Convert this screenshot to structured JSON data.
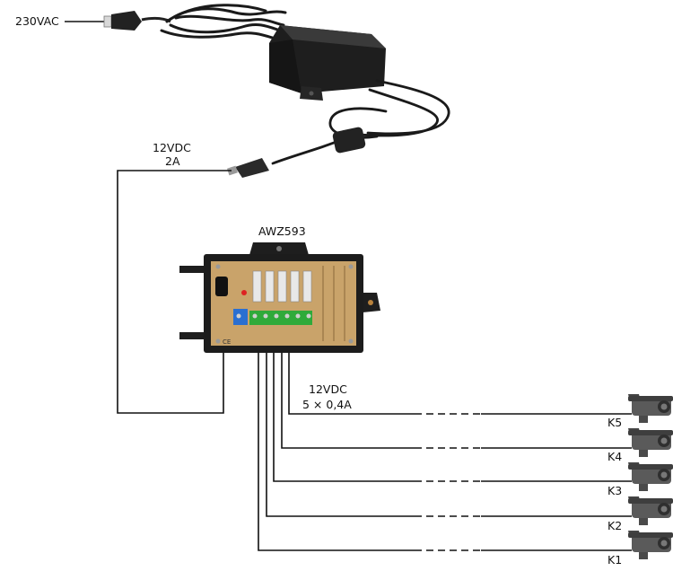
{
  "input": {
    "mains_label": "230VAC"
  },
  "adapter": {
    "output_voltage": "12VDC",
    "output_current": "2A"
  },
  "module": {
    "model": "AWZ593",
    "ce_mark": "CE"
  },
  "output": {
    "voltage": "12VDC",
    "channels_spec": "5 × 0,4A"
  },
  "cameras": [
    {
      "label": "K5"
    },
    {
      "label": "K4"
    },
    {
      "label": "K3"
    },
    {
      "label": "K2"
    },
    {
      "label": "K1"
    }
  ],
  "colors": {
    "board": "#c9a36a",
    "terminal_green": "#2faa3a",
    "terminal_blue": "#2a6fd1",
    "enclosure": "#1c1c1c",
    "camera": "#5a5a5a"
  }
}
